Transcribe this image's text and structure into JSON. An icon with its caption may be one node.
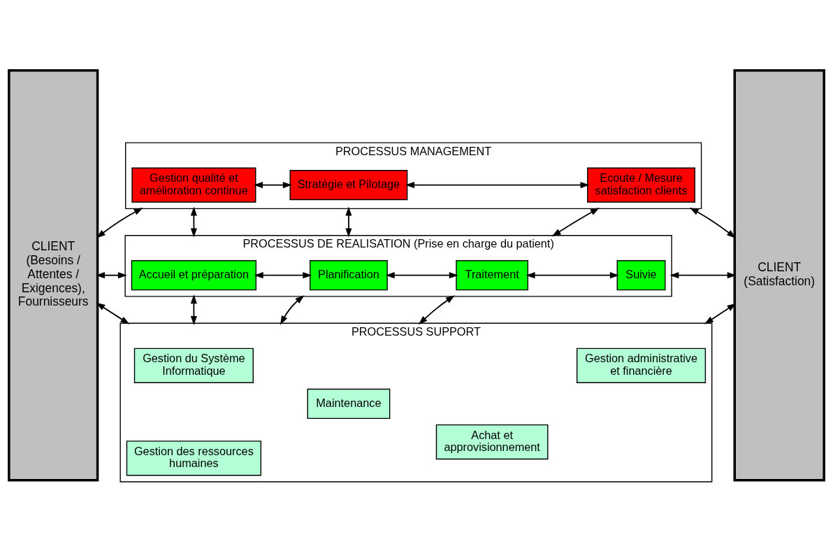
{
  "diagram": {
    "nodes": [
      {
        "text": [
          "CLIENT (Besoins / Attentes / Exigences), Fournisseurs"
        ]
      },
      {
        "text": [
          "PROCESSUS MANAGEMENT"
        ]
      },
      {
        "text": [
          "Gestion qualité et amélioration continue"
        ],
        "in": 1
      },
      {
        "text": [
          "Stratégie et Pilotage"
        ],
        "in": 1
      },
      {
        "text": [
          "Ecoute / Mesure satisfaction clients"
        ],
        "in": 1
      },
      {
        "text": [
          "PROCESSUS DE REALISATION (Prise en charge du patient)"
        ]
      },
      {
        "text": [
          "Accueil et préparation"
        ],
        "in": 5
      },
      {
        "text": [
          "Planification"
        ],
        "in": 5
      },
      {
        "text": [
          "Traitement"
        ],
        "in": 5
      },
      {
        "text": [
          "Suivie"
        ],
        "in": 5
      },
      {
        "text": [
          "PROCESSUS SUPPORT"
        ]
      },
      {
        "text": [
          "Gestion du Système Informatique"
        ],
        "in": 10
      },
      {
        "text": [
          "Gestion des ressources humaines"
        ],
        "in": 10
      },
      {
        "text": [
          "Maintenance"
        ],
        "in": 10
      },
      {
        "text": [
          "Achat et approvisionnement"
        ],
        "in": 10
      },
      {
        "text": [
          "Gestion administrative et financière"
        ],
        "in": 10
      },
      {
        "text": [
          "CLIENT (Satisfaction)"
        ]
      }
    ],
    "edges": [
      {
        "from": 0,
        "to": 1,
        "arrow": "both"
      },
      {
        "from": 2,
        "to": 3,
        "arrow": "both"
      },
      {
        "from": 3,
        "to": 4,
        "arrow": "both"
      },
      {
        "from": 1,
        "to": 16,
        "arrow": "both"
      },
      {
        "from": 1,
        "to": 5,
        "arrow": "both"
      },
      {
        "from": 1,
        "to": 5,
        "arrow": "both"
      },
      {
        "from": 1,
        "to": 5,
        "arrow": "both"
      },
      {
        "from": 0,
        "to": 5,
        "arrow": "both"
      },
      {
        "from": 6,
        "to": 7,
        "arrow": "both"
      },
      {
        "from": 7,
        "to": 8,
        "arrow": "both"
      },
      {
        "from": 8,
        "to": 9,
        "arrow": "both"
      },
      {
        "from": 5,
        "to": 16,
        "arrow": "both"
      },
      {
        "from": 5,
        "to": 10,
        "arrow": "both"
      },
      {
        "from": 5,
        "to": 10,
        "arrow": "both"
      },
      {
        "from": 5,
        "to": 10,
        "arrow": "both"
      },
      {
        "from": 0,
        "to": 10,
        "arrow": "both"
      },
      {
        "from": 10,
        "to": 16,
        "arrow": "both"
      }
    ]
  }
}
